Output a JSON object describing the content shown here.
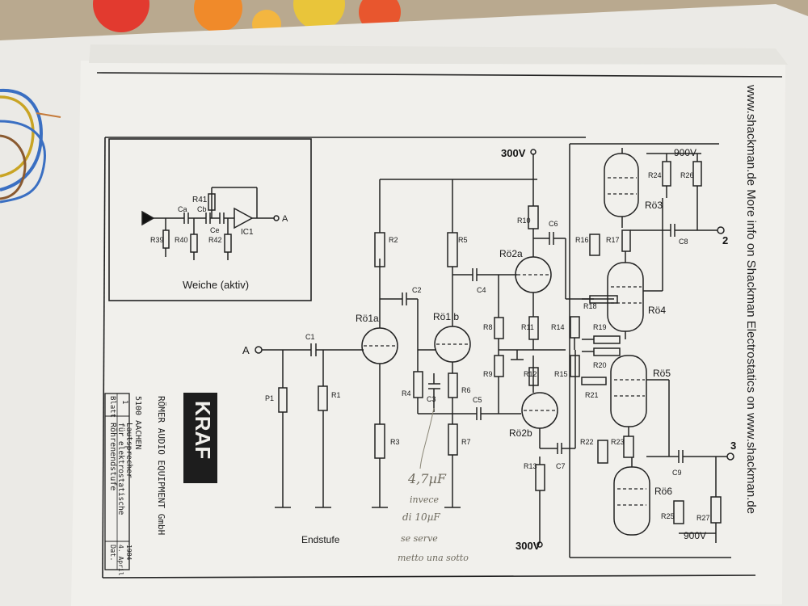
{
  "watermark": "www.shackman.de More info on Shackman Electrostatics on www.shackman.de",
  "inset": {
    "title": "Weiche (aktiv)",
    "labels": {
      "r41": "R41",
      "r39": "R39",
      "r40": "R40",
      "r42": "R42",
      "ca": "Ca",
      "cb": "Cb",
      "cc": "Ce",
      "ic1": "IC1",
      "out": "A"
    }
  },
  "schematic": {
    "title": "Endstufe",
    "supply_top": "300V",
    "supply_bottom": "300V",
    "supply_900_top": "900V",
    "supply_900_bottom": "900V",
    "input": "A",
    "outputs": [
      "2",
      "3"
    ],
    "tubes": {
      "ro1a": "Rö1a",
      "ro1b": "Rö1 b",
      "ro2a": "Rö2a",
      "ro2b": "Rö2b",
      "ro3": "Rö3",
      "ro4": "Rö4",
      "ro5": "Rö5",
      "ro6": "Rö6"
    },
    "parts": {
      "r1": "R1",
      "r2": "R2",
      "r3": "R3",
      "r4": "R4",
      "r5": "R5",
      "r6": "R6",
      "r7": "R7",
      "r8": "R8",
      "r9": "R9",
      "r10": "R10",
      "r11": "R11",
      "r12": "R12",
      "r13": "R13",
      "r14": "R14",
      "r15": "R15",
      "r16": "R16",
      "r17": "R17",
      "r18": "R18",
      "r19": "R19",
      "r20": "R20",
      "r21": "R21",
      "r22": "R22",
      "r23": "R23",
      "r24": "R24",
      "r25": "R25",
      "r26": "R26",
      "r27": "R27",
      "p1": "P1",
      "c1": "C1",
      "c2": "C2",
      "c3": "C3",
      "c4": "C4",
      "c5": "C5",
      "c6": "C6",
      "c7": "C7",
      "c8": "C8",
      "c9": "C9"
    }
  },
  "titleblock": {
    "company": "RÖMER AUDIO EQUIPMENT GmbH",
    "city": "5100 AACHEN",
    "sheet_label": "Blatt",
    "sheet": "1",
    "description_1": "Röhrenendstufe",
    "description_2": "für elektrostatische",
    "description_3": "Lautsprecher",
    "date_label": "Dat.",
    "date_1": "4. April",
    "date_2": "1984",
    "logo": "KRAF"
  },
  "handwritten": {
    "value": "4,7µF",
    "line1": "invece",
    "line2": "di 10µF",
    "line3": "se serve",
    "line4": "metto una sotto"
  }
}
